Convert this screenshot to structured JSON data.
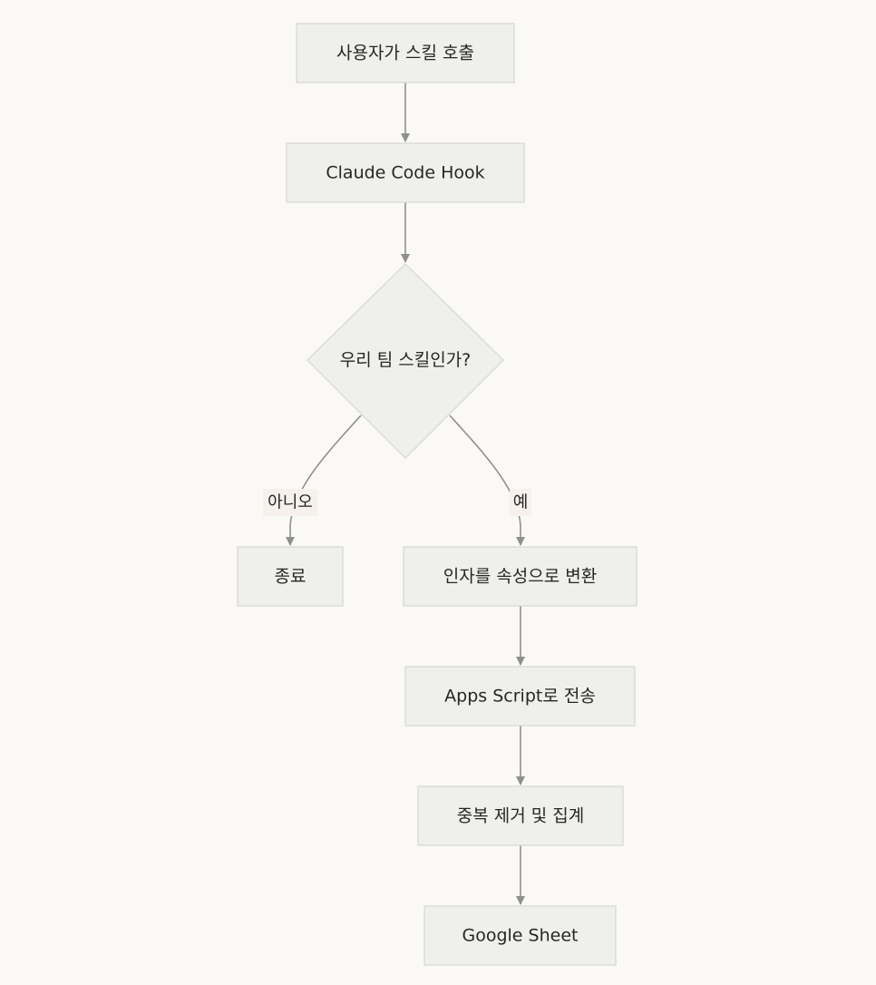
{
  "diagram": {
    "nodes": {
      "invoke": "사용자가 스킬 호출",
      "hook": "Claude Code Hook",
      "decision": "우리 팀 스킬인가?",
      "end": "종료",
      "convert": "인자를 속성으로 변환",
      "send": "Apps Script로 전송",
      "dedupe": "중복 제거 및 집계",
      "sheet": "Google Sheet"
    },
    "edge_labels": {
      "no": "아니오",
      "yes": "예"
    }
  }
}
